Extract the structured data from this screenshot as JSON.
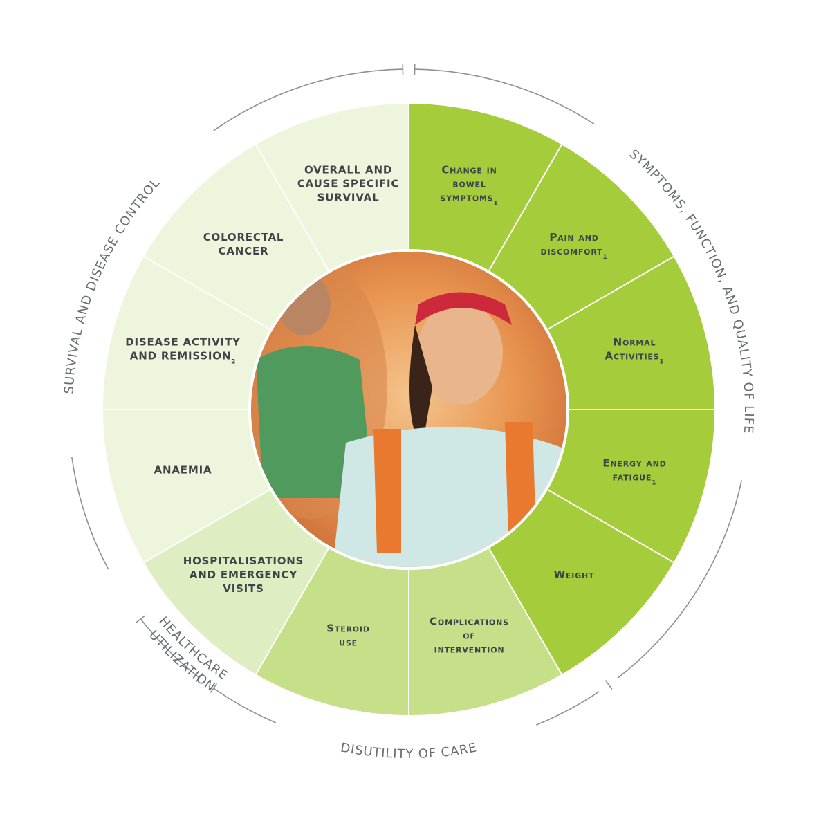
{
  "segments": [
    {
      "id": "overall-survival",
      "lines": [
        "OVERALL AND",
        "CAUSE SPECIFIC",
        "SURVIVAL"
      ],
      "sub": "",
      "color": "#eef5dd"
    },
    {
      "id": "change-in-bowel-symptoms",
      "lines": [
        "Change in",
        "bowel",
        "symptoms"
      ],
      "sub": "1",
      "color": "#a5cc3b"
    },
    {
      "id": "pain-and-discomfort",
      "lines": [
        "Pain and",
        "discomfort"
      ],
      "sub": "1",
      "color": "#a5cc3b"
    },
    {
      "id": "normal-activities",
      "lines": [
        "Normal",
        "Activities"
      ],
      "sub": "1",
      "color": "#a5cc3b"
    },
    {
      "id": "energy-and-fatigue",
      "lines": [
        "Energy and",
        "fatigue"
      ],
      "sub": "1",
      "color": "#a5cc3b"
    },
    {
      "id": "weight",
      "lines": [
        "Weight"
      ],
      "sub": "",
      "color": "#a5cc3b"
    },
    {
      "id": "complications-of-intervention",
      "lines": [
        "Complications",
        "of",
        "intervention"
      ],
      "sub": "",
      "color": "#c6e08a"
    },
    {
      "id": "steroid-use",
      "lines": [
        "Steroid",
        "use"
      ],
      "sub": "",
      "color": "#c6e08a"
    },
    {
      "id": "hospitalisations",
      "lines": [
        "HOSPITALISATIONS",
        "AND EMERGENCY",
        "VISITS"
      ],
      "sub": "",
      "color": "#dfedc2"
    },
    {
      "id": "anaemia",
      "lines": [
        "ANAEMIA"
      ],
      "sub": "",
      "color": "#eef5dd"
    },
    {
      "id": "disease-activity",
      "lines": [
        "DISEASE ACTIVITY",
        "AND REMISSION"
      ],
      "sub": "2",
      "color": "#eef5dd"
    },
    {
      "id": "colorectal-cancer",
      "lines": [
        "COLORECTAL",
        "CANCER"
      ],
      "sub": "",
      "color": "#eef5dd"
    }
  ],
  "ring_labels": [
    {
      "id": "survival-and-disease-control",
      "text": "SURVIVAL AND DISEASE CONTROL"
    },
    {
      "id": "symptoms-function-quality-of-life",
      "text": "SYMPTOMS, FUNCTION, AND QUALITY OF LIFE"
    },
    {
      "id": "disutility-of-care",
      "text": "DISUTILITY OF CARE"
    },
    {
      "id": "healthcare-utilization",
      "text": "HEALTHCARE UTILIZATION"
    }
  ],
  "colors": {
    "ring_line": "#8e9193",
    "divider": "#ffffff",
    "text": "#3d4347"
  },
  "photo": {
    "description": "smiling hikers photo"
  }
}
